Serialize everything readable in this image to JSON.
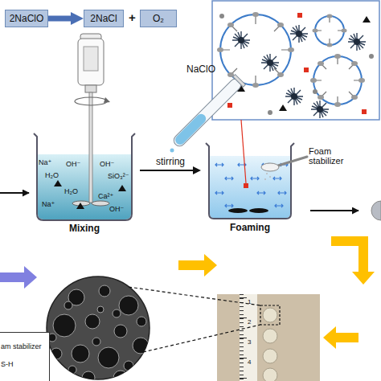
{
  "diagram": {
    "nodes": [
      {
        "text": [
          "2NaClO"
        ]
      },
      {
        "text": [
          "2NaCl"
        ]
      },
      {
        "text": [
          "O₂"
        ]
      },
      {
        "text": [
          "Mixing"
        ]
      },
      {
        "text": [
          "Foaming"
        ]
      }
    ],
    "edges": [
      {
        "from": 0,
        "to": 1,
        "arrow": "to"
      },
      {
        "from": 3,
        "to": 4,
        "label": "stirring",
        "arrow": "to"
      }
    ],
    "labels": [
      "+",
      "NaClO",
      "Foam stabilizer",
      "Na⁺",
      "OH⁻",
      "H₂O",
      "OH⁻",
      "H₂O",
      "Ca²⁺",
      "SiO₃²⁻",
      "Na⁺",
      "OH⁻",
      "1",
      "2",
      "3",
      "4"
    ],
    "legend": [
      {
        "text": "am stabilizer"
      },
      {
        "text": "S-H"
      }
    ]
  }
}
